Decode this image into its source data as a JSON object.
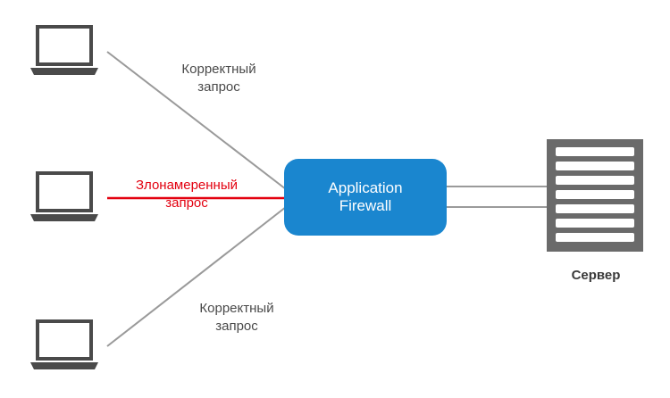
{
  "colors": {
    "device_stroke": "#4a4a4a",
    "normal_line": "#9a9a9a",
    "malicious_line": "#e3000f",
    "firewall_fill": "#1a86cf",
    "server_fill": "#6a6a6a"
  },
  "clients": [
    {
      "icon": "laptop-icon",
      "request_label": [
        "Корректный",
        "запрос"
      ],
      "kind": "normal"
    },
    {
      "icon": "laptop-icon",
      "request_label": [
        "Злонамеренный",
        "запрос"
      ],
      "kind": "malicious"
    },
    {
      "icon": "laptop-icon",
      "request_label": [
        "Корректный",
        "запрос"
      ],
      "kind": "normal"
    }
  ],
  "firewall": {
    "label_line1": "Application",
    "label_line2": "Firewall"
  },
  "server": {
    "icon": "server-rack-icon",
    "label": "Сервер"
  }
}
